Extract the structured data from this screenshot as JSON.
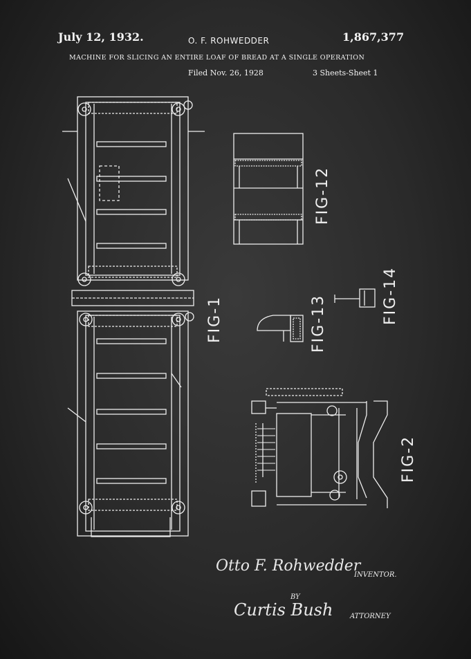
{
  "header": {
    "date": "July 12, 1932.",
    "inventor": "O. F. ROHWEDDER",
    "patent_number": "1,867,377",
    "title": "MACHINE FOR SLICING AN ENTIRE LOAF OF BREAD AT A SINGLE OPERATION",
    "filed": "Filed Nov. 26, 1928",
    "sheets": "3 Sheets-Sheet  1"
  },
  "figures": {
    "fig1": "FIG-1",
    "fig2": "FIG-2",
    "fig12": "FIG-12",
    "fig13": "FIG-13",
    "fig14": "FIG-14"
  },
  "signatures": {
    "inventor_signature": "Otto F. Rohwedder",
    "inventor_label": "INVENTOR.",
    "by_label": "BY",
    "attorney_signature": "Curtis Bush",
    "attorney_label": "ATTORNEY"
  },
  "colors": {
    "background": "#2a2a2a",
    "ink": "#f0f0f0"
  }
}
